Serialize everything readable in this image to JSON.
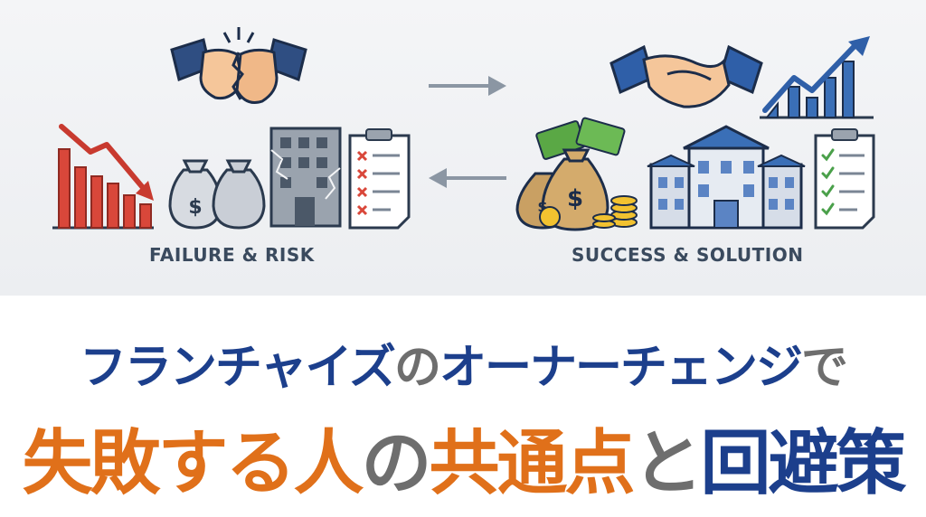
{
  "captions": {
    "left": "FAILURE & RISK",
    "right": "SUCCESS & SOLUTION"
  },
  "title": {
    "line1": [
      {
        "text": "フランチャイズ",
        "color": "#1c3f8c"
      },
      {
        "text": "の",
        "color": "#6e6e6e"
      },
      {
        "text": "オーナーチェンジ",
        "color": "#1c3f8c"
      },
      {
        "text": "で",
        "color": "#6e6e6e"
      }
    ],
    "line2": [
      {
        "text": "失敗する人",
        "color": "#e0701a"
      },
      {
        "text": "の",
        "color": "#6e6e6e"
      },
      {
        "text": "共通点",
        "color": "#e0701a"
      },
      {
        "text": "と",
        "color": "#6e6e6e"
      },
      {
        "text": "回避策",
        "color": "#1c3f8c"
      }
    ]
  },
  "colors": {
    "navy": "#1c3f8c",
    "orange": "#e0701a",
    "gray": "#6e6e6e",
    "risk_red": "#d9473a",
    "success_blue": "#3a6fb7",
    "money_green": "#5aa845"
  },
  "icons": {
    "left": [
      "broken-handshake-icon",
      "declining-chart-icon",
      "money-bags-icon",
      "cracked-building-icon",
      "failed-checklist-icon"
    ],
    "center": [
      "arrow-right-icon",
      "arrow-left-icon"
    ],
    "right": [
      "handshake-icon",
      "rising-chart-icon",
      "money-pile-icon",
      "building-icon",
      "approved-checklist-icon"
    ]
  }
}
